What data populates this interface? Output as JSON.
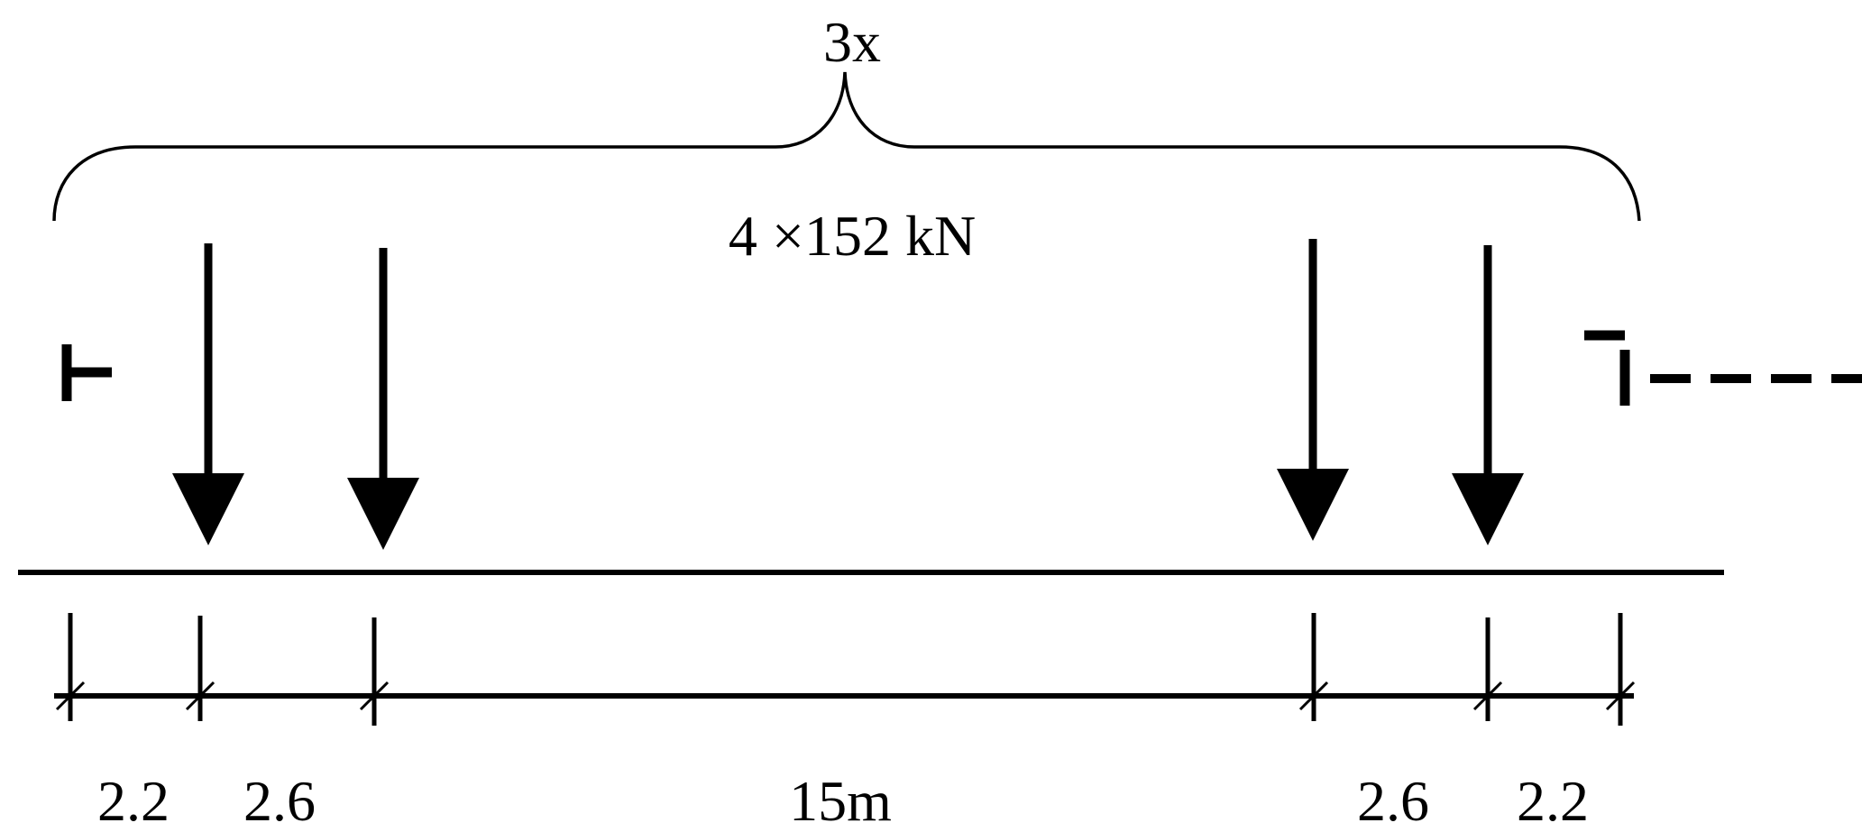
{
  "diagram": {
    "repeat_label": "3x",
    "load_label": "4 ×152 kN",
    "dimensions": [
      {
        "label": "2.2"
      },
      {
        "label": "2.6"
      },
      {
        "label": "15m"
      },
      {
        "label": "2.6"
      },
      {
        "label": "2.2"
      }
    ]
  }
}
